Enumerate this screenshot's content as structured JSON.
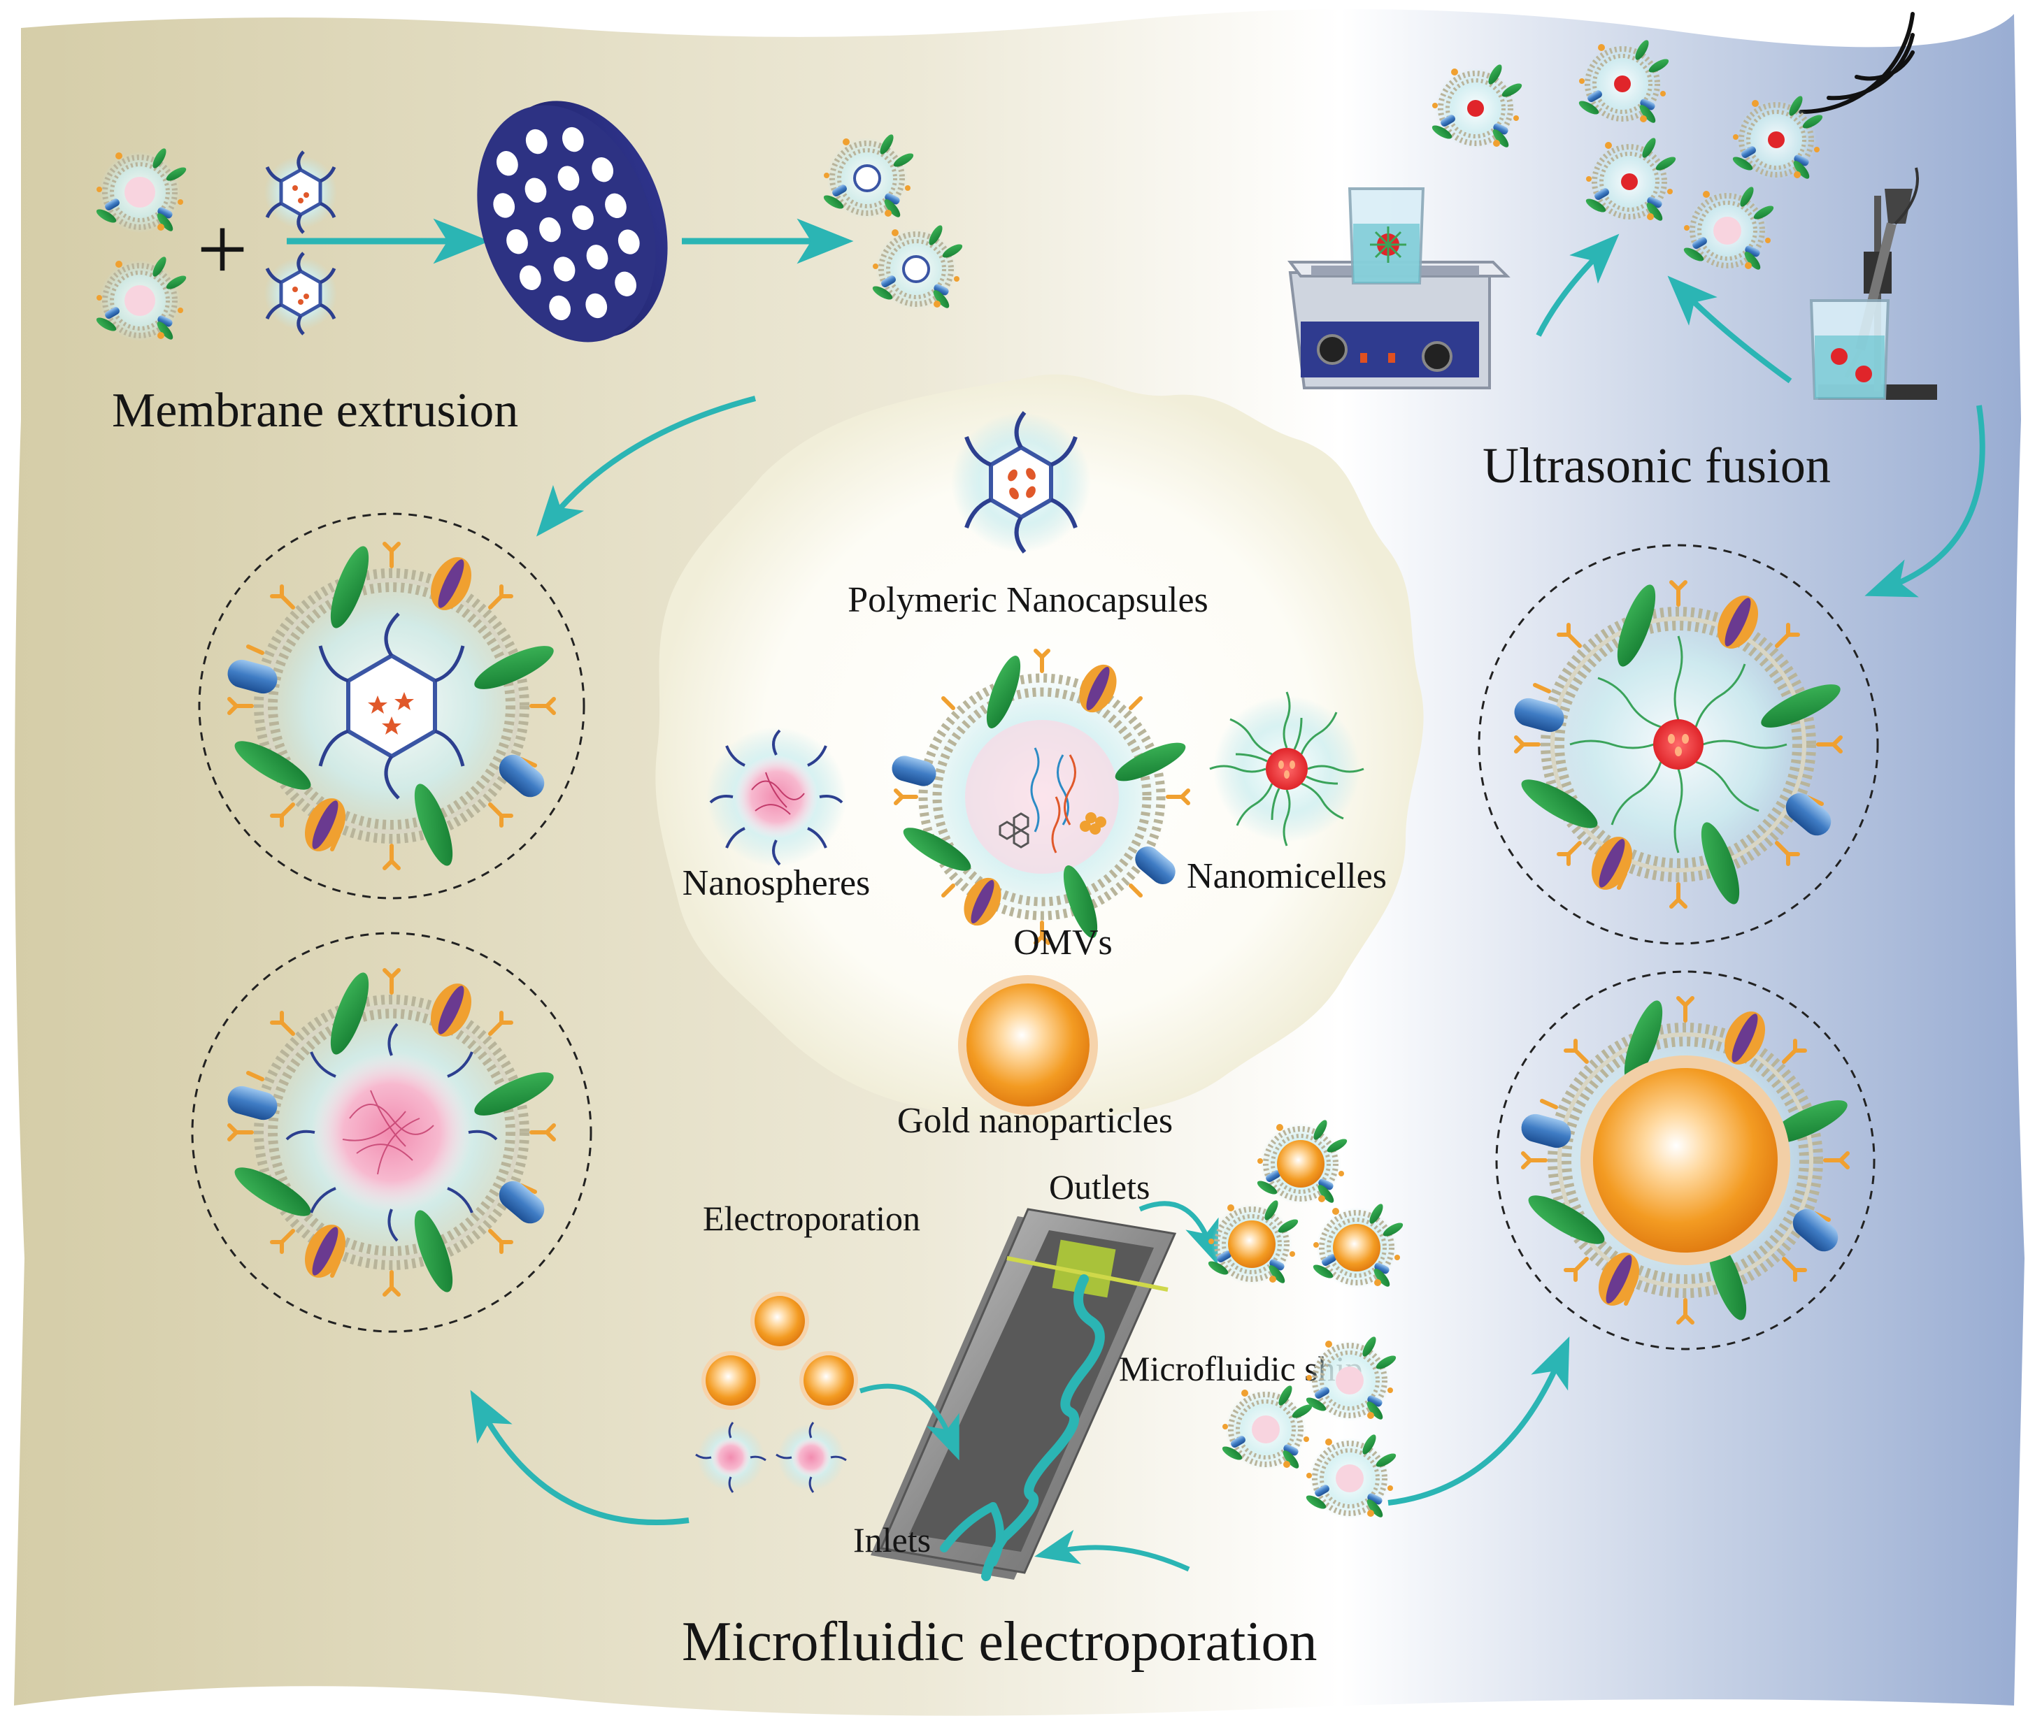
{
  "sections": {
    "membrane_extrusion": "Membrane extrusion",
    "ultrasonic_fusion": "Ultrasonic fusion",
    "microfluidic_electroporation": "Microfluidic electroporation"
  },
  "core_particles": {
    "polymeric_nanocapsules": "Polymeric Nanocapsules",
    "nanospheres": "Nanospheres",
    "omvs": "OMVs",
    "nanomicelles": "Nanomicelles",
    "gold_nanoparticles": "Gold nanoparticles"
  },
  "device": {
    "electroporation": "Electroporation",
    "outlets": "Outlets",
    "inlets": "Inlets",
    "chip": "Microfluidic ship"
  },
  "icons": {
    "plus": "+",
    "arrow": "teal-arrow",
    "sound_waves": "sound-waves-icon",
    "ultrasonic_bath": "ultrasonic-bath-icon",
    "probe_sonicator": "probe-sonicator-icon",
    "porous_membrane": "porous-membrane-icon",
    "microfluidic_chip": "microfluidic-chip-icon"
  },
  "colors": {
    "arrow": "#2bb5b4",
    "membrane_disc": "#2b2f80",
    "background_left": "#d9d2b0",
    "background_right": "#9aaed3",
    "lipid_head": "#b8b49a",
    "antigen": "#f0a030",
    "protein_blue": "#3b74b8",
    "protein_green": "#1f8a3c",
    "gold": "#f3a030"
  }
}
